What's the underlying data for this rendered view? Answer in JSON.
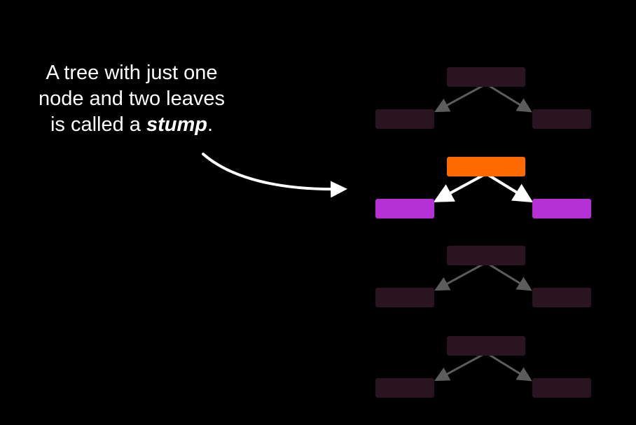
{
  "caption": {
    "line1": "A tree with just one",
    "line2": "node and two leaves",
    "line3_prefix": "is called a ",
    "line3_emphasis": "stump",
    "line3_suffix": "."
  },
  "stumps": [
    {
      "highlighted": false
    },
    {
      "highlighted": true
    },
    {
      "highlighted": false
    },
    {
      "highlighted": false
    }
  ],
  "colors": {
    "background": "#000000",
    "text": "#ffffff",
    "dim_box": "#2a1420",
    "dim_arrow": "#5c5c5c",
    "root_highlight": "#ff6a00",
    "leaf_highlight": "#b531d6",
    "arrow_highlight": "#ffffff",
    "pointer_arrow": "#ffffff"
  }
}
